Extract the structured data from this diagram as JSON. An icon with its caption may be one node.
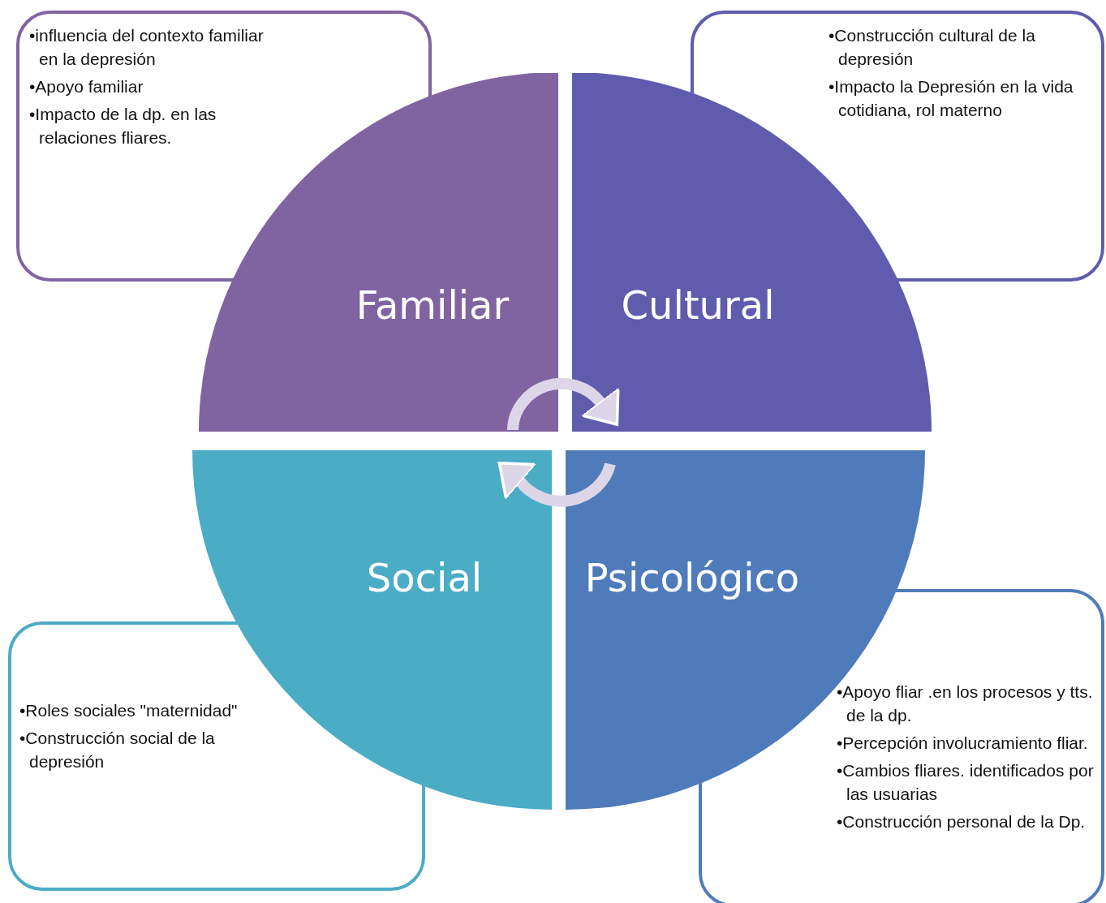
{
  "diagram": {
    "nodes": [
      {
        "text": [
          "Familiar"
        ]
      },
      {
        "text": [
          "Cultural"
        ]
      },
      {
        "text": [
          "Social"
        ]
      },
      {
        "text": [
          "Psicológico"
        ]
      },
      {
        "text": [
          "•influencia del contexto familiar en la depresión",
          "•Apoyo familiar",
          "•Impacto de la dp. en las relaciones fliares."
        ]
      },
      {
        "text": [
          "•Construcción cultural de la depresión",
          "•Impacto la Depresión en la vida cotidiana, rol materno"
        ]
      },
      {
        "text": [
          "•Roles sociales \"maternidad\"",
          "•Construcción social de la depresión"
        ]
      },
      {
        "text": [
          "•Apoyo fliar .en los procesos y tts. de la dp.",
          "•Percepción involucramiento fliar.",
          "•Cambios fliares. identificados por las usuarias",
          "•Construcción personal de la Dp."
        ]
      }
    ],
    "edges": [
      {
        "from": 0,
        "to": 1,
        "arrow": "to"
      },
      {
        "from": 3,
        "to": 2,
        "arrow": "to"
      }
    ]
  }
}
